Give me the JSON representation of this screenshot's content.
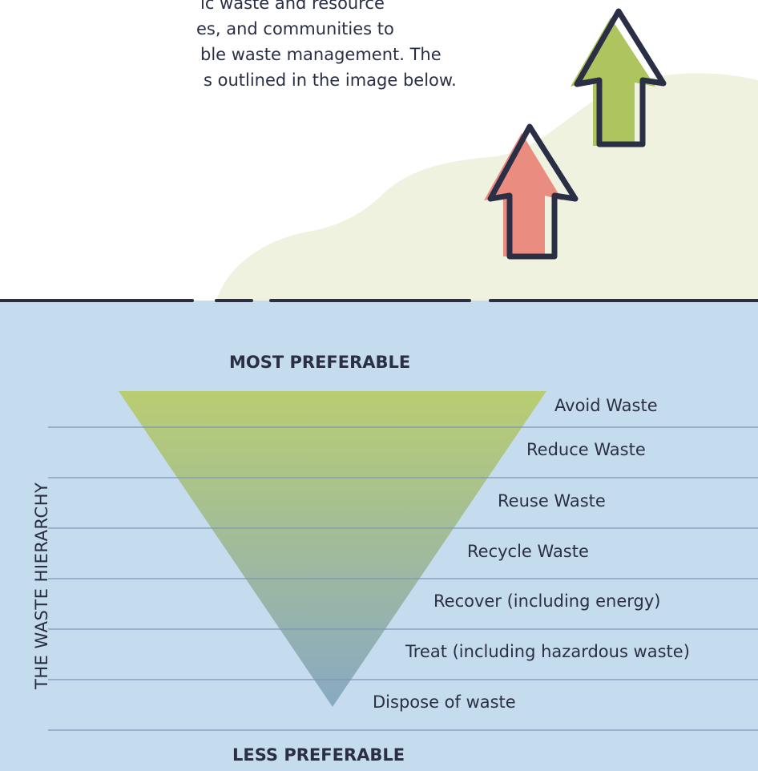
{
  "intro": {
    "lines": [
      "ic waste and resource",
      "es, and communities to",
      "ble waste management. The",
      "s outlined in the image below."
    ]
  },
  "diagram": {
    "top_label": "MOST PREFERABLE",
    "bottom_label": "LESS PREFERABLE",
    "side_title": "THE WASTE HIERARCHY",
    "levels": [
      "Avoid Waste",
      "Reduce Waste",
      "Reuse Waste",
      "Recycle Waste",
      "Recover (including energy)",
      "Treat (including hazardous waste)",
      "Dispose of waste"
    ]
  },
  "colors": {
    "water": "#c5dcee",
    "triangle_top": "#b9cd72",
    "triangle_bottom": "#88a9c4",
    "hill": "#eef2df",
    "arrow_green": "#aec45f",
    "arrow_red": "#ea8d80",
    "outline": "#2b2f45",
    "rule": "#7f95b5"
  }
}
